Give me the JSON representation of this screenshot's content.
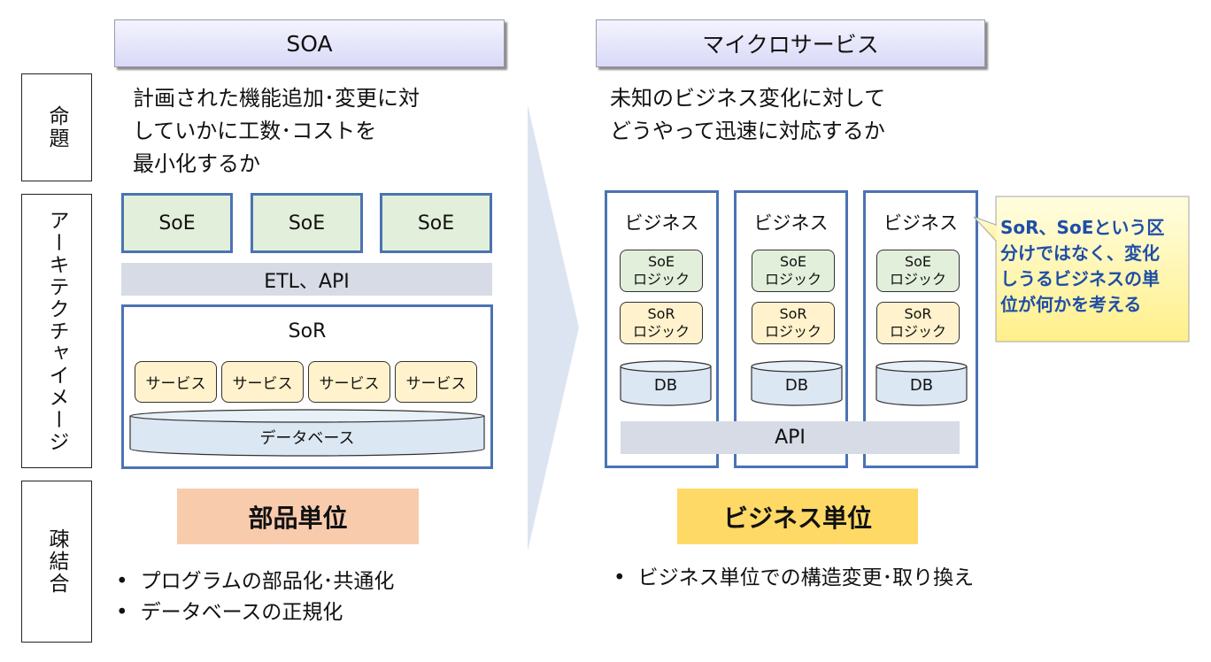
{
  "soa": {
    "title": "SOA",
    "proposition": "計画された機能追加･変更に対\nしていかに工数･コストを\n最小化するか",
    "soe_boxes": [
      "SoE",
      "SoE",
      "SoE"
    ],
    "etl_label": "ETL、API",
    "sor_label": "SoR",
    "services": [
      "サービス",
      "サービス",
      "サービス",
      "サービス"
    ],
    "database_label": "データベース",
    "unit_label": "部品単位",
    "bullets": [
      "プログラムの部品化･共通化",
      "データベースの正規化"
    ]
  },
  "micro": {
    "title": "マイクロサービス",
    "proposition": "未知のビジネス変化に対して\nどうやって迅速に対応するか",
    "businesses": [
      {
        "title": "ビジネス",
        "soe_logic": "SoE\nロジック",
        "sor_logic": "SoR\nロジック",
        "db": "DB"
      },
      {
        "title": "ビジネス",
        "soe_logic": "SoE\nロジック",
        "sor_logic": "SoR\nロジック",
        "db": "DB"
      },
      {
        "title": "ビジネス",
        "soe_logic": "SoE\nロジック",
        "sor_logic": "SoR\nロジック",
        "db": "DB"
      }
    ],
    "api_label": "API",
    "callout": "SoR、SoEという区\n分けではなく、変化\nしうるビジネスの単\n位が何かを考える",
    "unit_label": "ビジネス単位",
    "bullets": [
      "ビジネス単位での構造変更･取り換え"
    ]
  },
  "row_labels": {
    "proposition": "命題",
    "architecture": "アーキテクチャイメージ",
    "loose_coupling": "疎結合"
  },
  "colors": {
    "frame_blue": "#4a73b3",
    "soe_green": "#e2efda",
    "sor_yellow": "#fff2cc",
    "api_gray": "#d6dbe5",
    "db_blue": "#dbe7f3",
    "unit_soa": "#f8cbad",
    "unit_micro": "#ffd966",
    "callout_text": "#1f4ea8",
    "arrow": "#dde4f1"
  }
}
